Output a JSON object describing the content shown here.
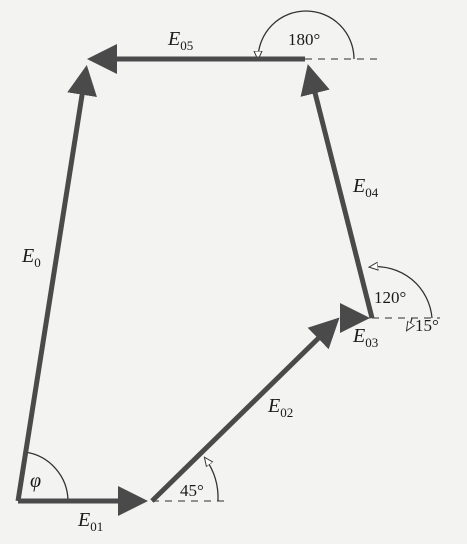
{
  "vectors": {
    "e0": {
      "symbol": "E",
      "sub": "0"
    },
    "e01": {
      "symbol": "E",
      "sub": "01"
    },
    "e02": {
      "symbol": "E",
      "sub": "02"
    },
    "e03": {
      "symbol": "E",
      "sub": "03"
    },
    "e04": {
      "symbol": "E",
      "sub": "04"
    },
    "e05": {
      "symbol": "E",
      "sub": "05"
    }
  },
  "angles": {
    "phi": "φ",
    "a45": "45°",
    "a120": "120°",
    "a15": "15°",
    "a180": "180°"
  },
  "colors": {
    "vector": "#4a4a4a",
    "background": "#f3f3f1"
  }
}
